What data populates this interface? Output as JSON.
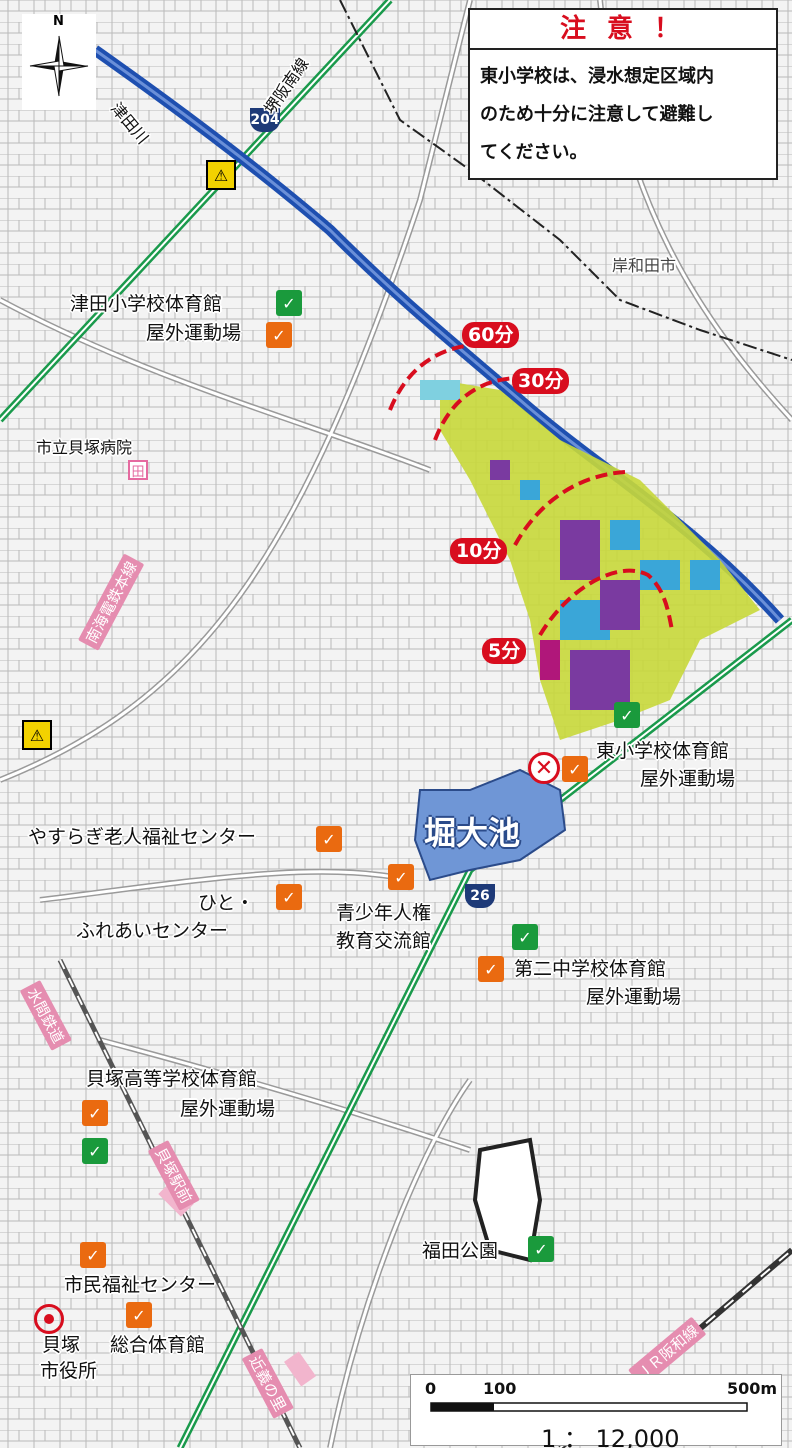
{
  "notice": {
    "title": "注 意 ！",
    "line1": "東小学校は、浸水想定区域内",
    "line2": "のため十分に注意して避難し",
    "line3": "てください。"
  },
  "compass": {
    "north": "N"
  },
  "time_labels": {
    "t60": "60分",
    "t30": "30分",
    "t10": "10分",
    "t5": "5分"
  },
  "places": {
    "tsuda_gym": "津田小学校体育館",
    "tsuda_field": "屋外運動場",
    "hospital": "市立貝塚病院",
    "higashi_gym": "東小学校体育館",
    "higashi_field": "屋外運動場",
    "lake": "堀大池",
    "yasuragi": "やすらぎ老人福祉センター",
    "hito1": "ひと・",
    "hito2": "ふれあいセンター",
    "seishonen1": "青少年人権",
    "seishonen2": "教育交流館",
    "daini_gym": "第二中学校体育館",
    "daini_field": "屋外運動場",
    "koko_gym": "貝塚高等学校体育館",
    "koko_field": "屋外運動場",
    "fukuda_park": "福田公園",
    "shimin": "市民福祉センター",
    "sogo": "総合体育館",
    "cityhall1": "貝塚",
    "cityhall2": "市役所",
    "kishiwada": "岸和田市",
    "tsudagawa": "津田川"
  },
  "roads": {
    "sakaihan": "堺阪南線",
    "route204": "204",
    "route26": "26",
    "nankai": "南海電鉄本線",
    "mizuma": "水間鉄道",
    "kaizuka_ekimae": "貝塚駅前",
    "jr": "ＪＲ阪和線",
    "kinsho": "近義の里"
  },
  "scale": {
    "s0": "0",
    "s100": "100",
    "s500": "500m",
    "ratio": "1 ： 12,000"
  },
  "colors": {
    "river": "#1e4fb0",
    "route_green": "#1a9a4c",
    "alert_red": "#d80d1e",
    "shelter_orange": "#ea6a10",
    "shelter_green": "#1a9a3c",
    "flood_yellow": "#c8d83a",
    "flood_purple": "#7a3aa0",
    "flood_blue": "#3aa6d8"
  }
}
